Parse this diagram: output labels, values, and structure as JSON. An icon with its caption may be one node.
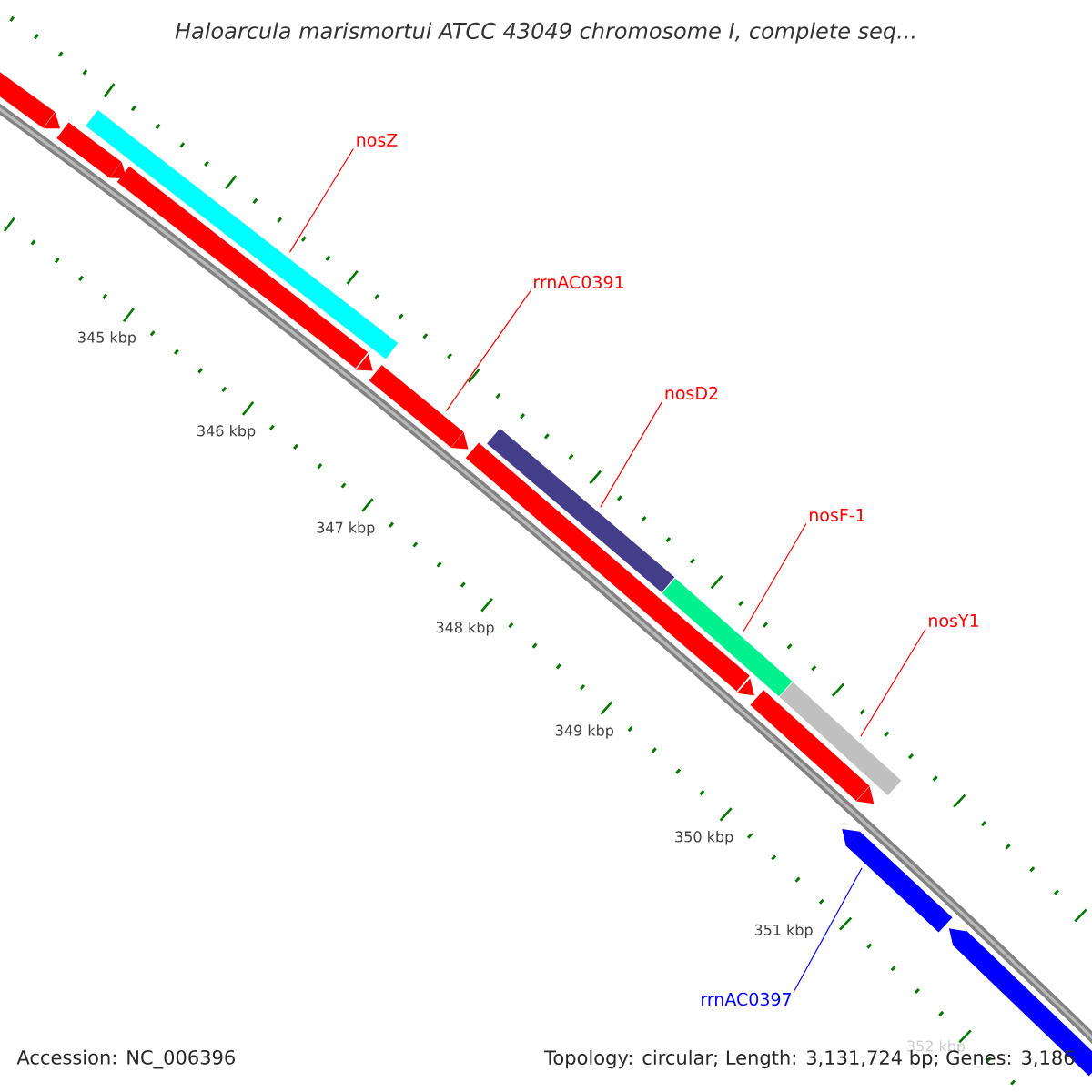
{
  "diagram": {
    "title": "Haloarcula marismortui ATCC 43049 chromosome I, complete seq...",
    "nodes": [
      {
        "text": [
          "nosZ"
        ]
      },
      {
        "text": [
          "rrnAC0391"
        ]
      },
      {
        "text": [
          "nosD2"
        ]
      },
      {
        "text": [
          "nosF-1"
        ]
      },
      {
        "text": [
          "nosY1"
        ]
      },
      {
        "text": [
          "rrnAC0397"
        ]
      },
      {
        "text": [],
        "shape": "bar"
      },
      {
        "text": [],
        "shape": "bar"
      },
      {
        "text": [],
        "shape": "bar"
      },
      {
        "text": [],
        "shape": "bar"
      },
      {
        "text": [],
        "shape": "bar"
      },
      {
        "text": [],
        "shape": "bar"
      },
      {
        "text": [],
        "shape": "bar"
      },
      {
        "text": [],
        "shape": "bar"
      },
      {
        "text": [],
        "shape": "bar"
      },
      {
        "text": [],
        "shape": "bar"
      },
      {
        "text": [],
        "shape": "bar"
      },
      {
        "text": [],
        "shape": "bar"
      }
    ],
    "edges": [
      {
        "from": 0,
        "to": 8,
        "arrow": "none"
      },
      {
        "from": 1,
        "to": 10,
        "arrow": "none"
      },
      {
        "from": 2,
        "to": 12,
        "arrow": "none"
      },
      {
        "from": 3,
        "to": 13,
        "arrow": "none"
      },
      {
        "from": 4,
        "to": 15,
        "arrow": "none"
      },
      {
        "from": 5,
        "to": 16,
        "arrow": "none",
        "color": "#0000ff"
      }
    ],
    "labels": [
      "345 kbp",
      "346 kbp",
      "347 kbp",
      "348 kbp",
      "349 kbp",
      "350 kbp",
      "351 kbp",
      "352 kbp",
      "Accession: NC_006396",
      "Topology: circular; Length: 3,131,724 bp; Genes: 3,186"
    ]
  }
}
